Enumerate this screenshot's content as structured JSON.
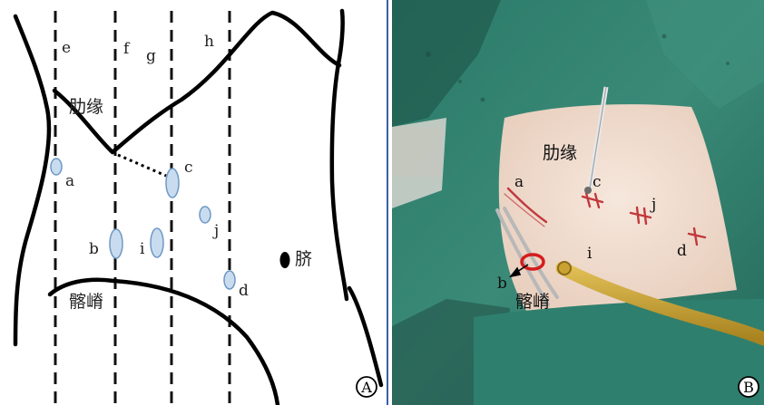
{
  "panel_a": {
    "badge": "A",
    "line_labels": {
      "e": "e",
      "f": "f",
      "g": "g",
      "h": "h"
    },
    "port_labels": {
      "a": "a",
      "b": "b",
      "c": "c",
      "d": "d",
      "i": "i",
      "j": "j"
    },
    "costal_margin_label": "肋缘",
    "iliac_crest_label": "髂嵴",
    "navel_label": "脐"
  },
  "panel_b": {
    "badge": "B",
    "costal_margin_label": "肋缘",
    "iliac_crest_label": "髂嵴",
    "port_labels": {
      "a": "a",
      "b": "b",
      "c": "c",
      "d": "d",
      "i": "i",
      "j": "j"
    }
  },
  "colors": {
    "port_fill": "#c9dcef",
    "port_stroke": "#6e98c5",
    "drape_green": "#2f7f6e",
    "skin": "#f1dfd2",
    "drain_tube": "#c9a232",
    "marker_red": "#d41c1c"
  }
}
